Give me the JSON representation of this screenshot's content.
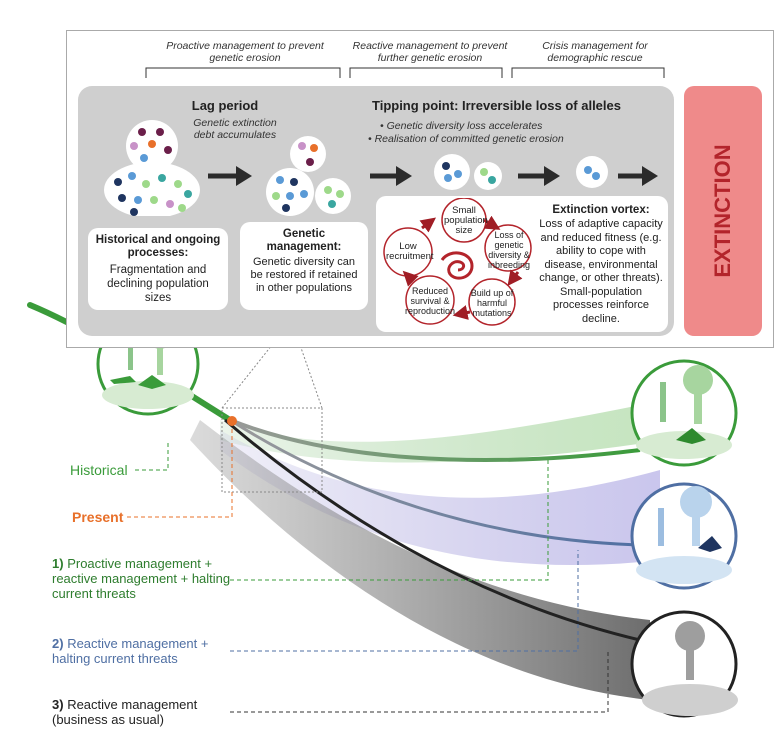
{
  "headers": {
    "proactive": "Proactive management to prevent genetic erosion",
    "reactive": "Reactive management to prevent further genetic erosion",
    "crisis": "Crisis management for demographic rescue"
  },
  "lag": {
    "title": "Lag period",
    "subtitle": "Genetic extinction debt accumulates"
  },
  "tipping": {
    "title": "Tipping point: Irreversible loss of alleles",
    "bullets": [
      "Genetic diversity loss accelerates",
      "Realisation of committed genetic erosion"
    ]
  },
  "historical_box": {
    "title": "Historical and ongoing processes:",
    "body": "Fragmentation and declining population sizes"
  },
  "genetic_box": {
    "title": "Genetic management:",
    "body": "Genetic diversity can be restored if retained in other populations"
  },
  "vortex": {
    "title": "Extinction vortex:",
    "body": "Loss of adaptive capacity and reduced fitness (e.g. ability to cope with disease, environmental change, or other threats). Small-population processes reinforce decline.",
    "nodes": [
      "Small population size",
      "Loss of genetic diversity & inbreeding",
      "Build up of harmful mutations",
      "Reduced survival & reproduction",
      "Low recruitment"
    ]
  },
  "extinction": "EXTINCTION",
  "labels": {
    "historical": "Historical",
    "present": "Present",
    "s1_num": "1)",
    "s1": "Proactive management + reactive management + halting current threats",
    "s2_num": "2)",
    "s2": "Reactive management + halting current threats",
    "s3_num": "3)",
    "s3": "Reactive management (business as usual)"
  },
  "colors": {
    "green": "#3a9b3a",
    "blue": "#4f6fa3",
    "grey": "#555555",
    "present": "#e8702a",
    "extinction_bg": "#ef8a8a",
    "extinction_text": "#b3242b",
    "vortex_red": "#b3242b"
  }
}
